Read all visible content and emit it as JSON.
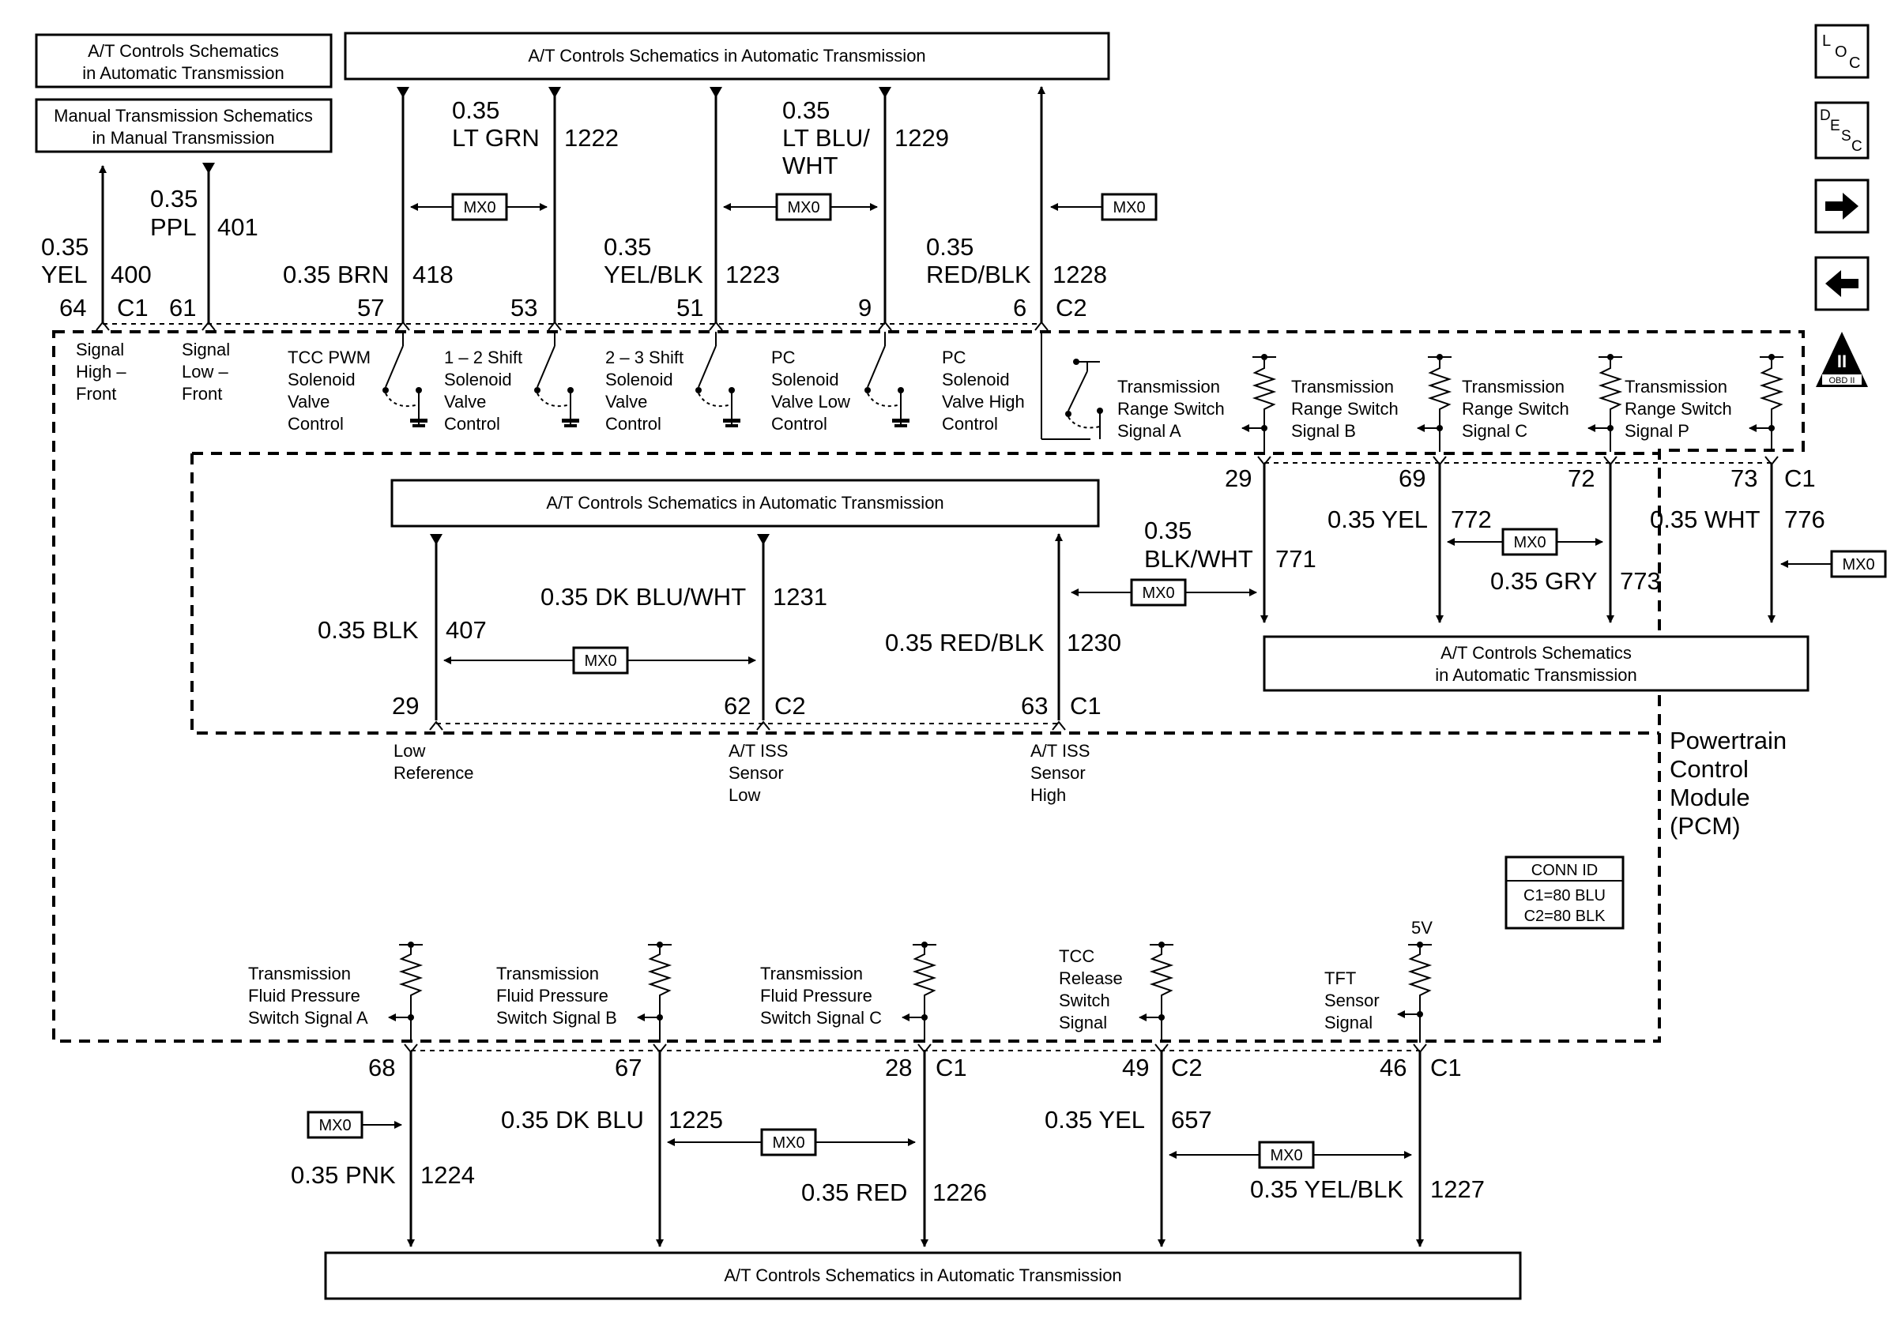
{
  "module_label": [
    "Powertrain",
    "Control",
    "Module",
    "(PCM)"
  ],
  "conn_id": {
    "title": "CONN ID",
    "c1": "C1=80 BLU",
    "c2": "C2=80 BLK"
  },
  "icons": {
    "loc": "LOC",
    "desc": "DESC",
    "next": "right-arrow",
    "prev": "left-arrow",
    "obd": "OBD II"
  },
  "mx0": "MX0",
  "refs": {
    "top_left_1": [
      "A/T Controls Schematics",
      "in Automatic Transmission"
    ],
    "top_left_2": [
      "Manual Transmission Schematics",
      "in Manual Transmission"
    ],
    "top_main": "A/T Controls Schematics in Automatic Transmission",
    "mid_main": "A/T Controls Schematics in Automatic Transmission",
    "mid_right": [
      "A/T Controls Schematics",
      "in Automatic Transmission"
    ],
    "bottom_main": "A/T Controls Schematics in Automatic Transmission"
  },
  "top_wires": [
    {
      "pin": "64",
      "size": "0.35",
      "color": "YEL",
      "circuit": "400",
      "conn": "C1",
      "func": [
        "Signal",
        "High –",
        "Front"
      ]
    },
    {
      "pin": "61",
      "size": "0.35",
      "color": "PPL",
      "circuit": "401",
      "func": [
        "Signal",
        "Low –",
        "Front"
      ]
    },
    {
      "pin": "57",
      "size": "0.35 BRN",
      "circuit": "418",
      "func": [
        "TCC PWM",
        "Solenoid",
        "Valve",
        "Control"
      ]
    },
    {
      "pin": "53",
      "size": "0.35",
      "color": "LT GRN",
      "circuit": "1222",
      "func": [
        "1 – 2 Shift",
        "Solenoid",
        "Valve",
        "Control"
      ]
    },
    {
      "pin": "51",
      "size": "0.35",
      "color": "YEL/BLK",
      "circuit": "1223",
      "func": [
        "2 – 3 Shift",
        "Solenoid",
        "Valve",
        "Control"
      ]
    },
    {
      "pin": "9",
      "size": "0.35",
      "color": "LT BLU/",
      "color2": "WHT",
      "circuit": "1229",
      "func": [
        "PC",
        "Solenoid",
        "Valve Low",
        "Control"
      ]
    },
    {
      "pin": "6",
      "size": "0.35",
      "color": "RED/BLK",
      "circuit": "1228",
      "conn": "C2",
      "func": [
        "PC",
        "Solenoid",
        "Valve High",
        "Control"
      ]
    }
  ],
  "range_switch": [
    {
      "func": [
        "Transmission",
        "Range Switch",
        "Signal A"
      ],
      "pin": "29",
      "size": "0.35",
      "color": "BLK/WHT",
      "circuit": "771"
    },
    {
      "func": [
        "Transmission",
        "Range Switch",
        "Signal B"
      ],
      "pin": "69",
      "label": "0.35 YEL",
      "circuit": "772"
    },
    {
      "func": [
        "Transmission",
        "Range Switch",
        "Signal C"
      ],
      "pin": "72",
      "label": "0.35 GRY",
      "circuit": "773"
    },
    {
      "func": [
        "Transmission",
        "Range Switch",
        "Signal P"
      ],
      "pin": "73",
      "conn": "C1",
      "label": "0.35 WHT",
      "circuit": "776"
    }
  ],
  "iss": [
    {
      "pin": "29",
      "label": "0.35 BLK",
      "circuit": "407",
      "func": [
        "Low",
        "Reference"
      ]
    },
    {
      "pin": "62",
      "conn": "C2",
      "label": "0.35 DK BLU/WHT",
      "circuit": "1231",
      "func": [
        "A/T ISS",
        "Sensor",
        "Low"
      ]
    },
    {
      "pin": "63",
      "conn": "C1",
      "label": "0.35 RED/BLK",
      "circuit": "1230",
      "func": [
        "A/T ISS",
        "Sensor",
        "High"
      ]
    }
  ],
  "bottom_wires": [
    {
      "func": [
        "Transmission",
        "Fluid Pressure",
        "Switch Signal A"
      ],
      "pin": "68",
      "label": "0.35 PNK",
      "circuit": "1224"
    },
    {
      "func": [
        "Transmission",
        "Fluid Pressure",
        "Switch Signal B"
      ],
      "pin": "67",
      "label": "0.35 DK BLU",
      "circuit": "1225"
    },
    {
      "func": [
        "Transmission",
        "Fluid Pressure",
        "Switch Signal C"
      ],
      "pin": "28",
      "conn": "C1",
      "label": "0.35 RED",
      "circuit": "1226"
    },
    {
      "func": [
        "TCC",
        "Release",
        "Switch",
        "Signal"
      ],
      "pin": "49",
      "conn": "C2",
      "label": "0.35 YEL",
      "circuit": "657"
    },
    {
      "func": [
        "TFT",
        "Sensor",
        "Signal"
      ],
      "pin": "46",
      "conn": "C1",
      "label": "0.35 YEL/BLK",
      "circuit": "1227",
      "supply": "5V"
    }
  ]
}
